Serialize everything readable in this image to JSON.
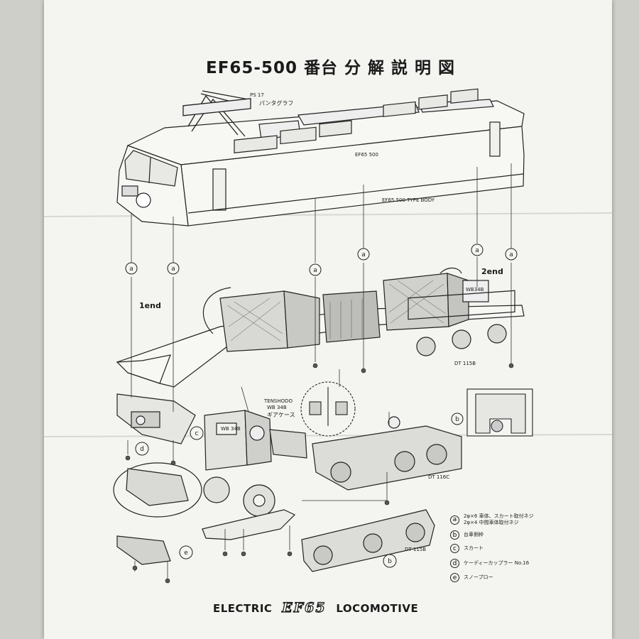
{
  "document": {
    "title": "EF65-500 番台 分 解 説 明 図",
    "footer": {
      "prefix": "ELECTRIC",
      "logo": "EF65",
      "suffix": "LOCOMOTIVE"
    }
  },
  "labels": {
    "pantograph_code": "PS 17",
    "pantograph_name": "パンタグラフ",
    "body": "EF65 500 TYPE  BODY",
    "end1": "1end",
    "end2": "2end",
    "gearbox_maker": "TENSHODO",
    "gearbox_model": "WB 34B",
    "gearbox_name": "ギアケース",
    "bogie_rear": "DT 115B",
    "bogie_middle": "DT 116C",
    "bogie_front": "DT 115B",
    "loco_number": "EF65 500",
    "motor_plate": "WB34B"
  },
  "callouts": [
    "a",
    "b",
    "c",
    "d",
    "e"
  ],
  "legend": [
    {
      "key": "a",
      "lines": [
        "2φ×6  車体、スカート取付ネジ",
        "2φ×4  中間車体取付ネジ"
      ]
    },
    {
      "key": "b",
      "lines": [
        "台車側枠"
      ]
    },
    {
      "key": "c",
      "lines": [
        "スカート"
      ]
    },
    {
      "key": "d",
      "lines": [
        "ケーディーカップラー No.16"
      ]
    },
    {
      "key": "e",
      "lines": [
        "スノープロー"
      ]
    }
  ]
}
